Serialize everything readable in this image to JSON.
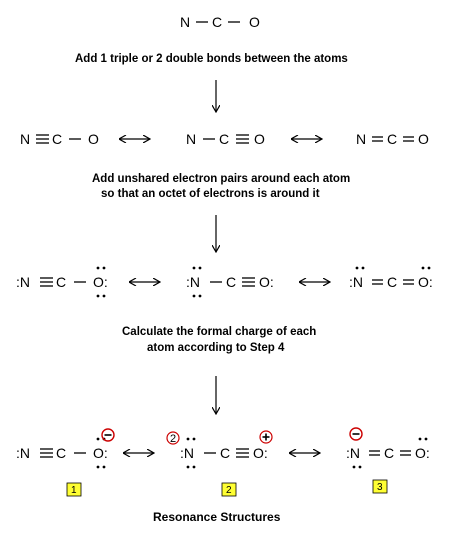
{
  "atoms": {
    "n": "N",
    "c": "C",
    "o": "O",
    "o_colon": "O:",
    "colon_n": ":N"
  },
  "captions": {
    "step1": "Add 1 triple or 2 double bonds between the atoms",
    "step2_line1": "Add unshared electron pairs around each atom",
    "step2_line2": "so that an octet of electrons is around it",
    "step3_line1": "Calculate the formal charge of each",
    "step3_line2": "atom according to Step 4",
    "title": "Resonance Structures"
  },
  "charges": {
    "n_structure2": "2"
  },
  "structure_labels": [
    "1",
    "2",
    "3"
  ],
  "colors": {
    "charge_ring": "#cc0000",
    "label_fill": "#ffff33"
  }
}
